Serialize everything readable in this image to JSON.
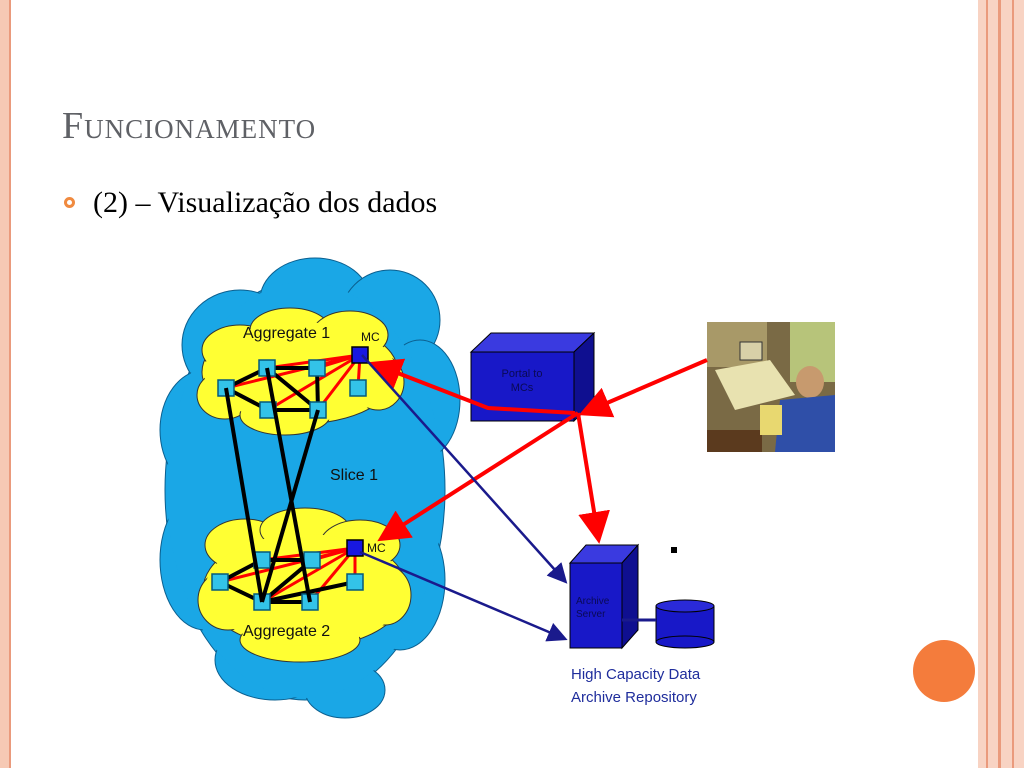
{
  "slide": {
    "title": "Funcionamento",
    "bullet": "(2) – Visualização dos dados"
  },
  "diagram": {
    "aggregate1": "Aggregate 1",
    "aggregate2": "Aggregate 2",
    "slice": "Slice 1",
    "mc1": "MC",
    "mc2": "MC",
    "portal_line1": "Portal to",
    "portal_line2": "MCs",
    "archive_line1": "Archive",
    "archive_line2": "Server",
    "repo_line1": "High Capacity Data",
    "repo_line2": "Archive Repository",
    "user_icon": "person-at-desk-illustration"
  },
  "colors": {
    "accent": "#f47c3c",
    "cloud_blue": "#1aa7e6",
    "cloud_yellow": "#ffff33",
    "box_blue": "#1818c8",
    "arrow_red": "#ff0000",
    "arrow_navy": "#1a1a8c"
  }
}
